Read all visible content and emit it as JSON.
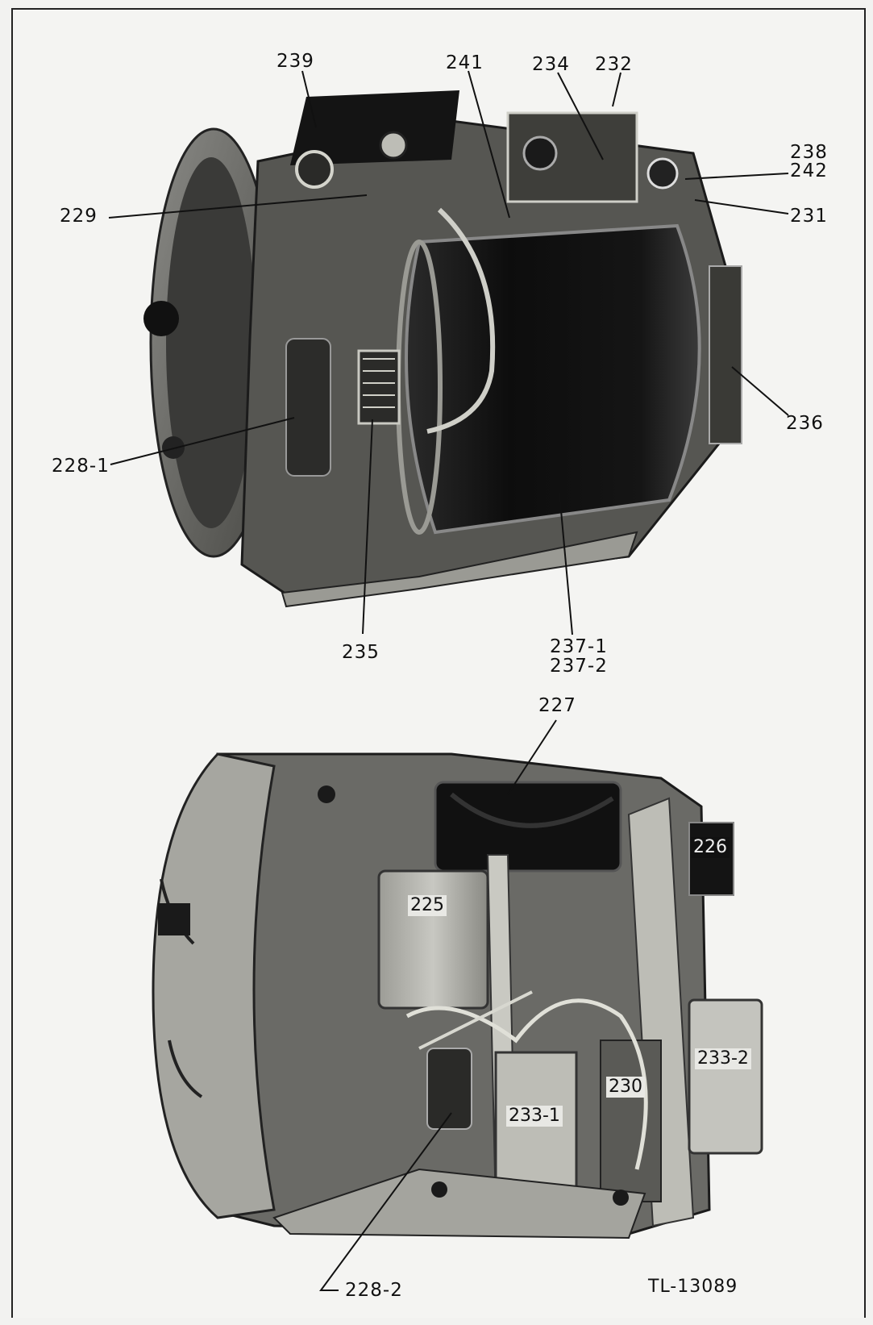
{
  "figure_id": "TL-13089",
  "top_view": {
    "callouts": {
      "c239": "239",
      "c241": "241",
      "c234": "234",
      "c232": "232",
      "c238": "238",
      "c242": "242",
      "c231": "231",
      "c229": "229",
      "c236": "236",
      "c228_1": "228-1",
      "c235": "235",
      "c237_1": "237-1",
      "c237_2": "237-2"
    }
  },
  "bottom_view": {
    "callouts": {
      "c227": "227",
      "c226": "226",
      "c225": "225",
      "c233_2": "233-2",
      "c230": "230",
      "c233_1": "233-1",
      "c228_2": "228-2"
    }
  },
  "colors": {
    "paper": "#f4f4f2",
    "metal_dark": "#1a1a1a",
    "metal_mid": "#6e6e6a",
    "metal_light": "#b4b4ae"
  }
}
